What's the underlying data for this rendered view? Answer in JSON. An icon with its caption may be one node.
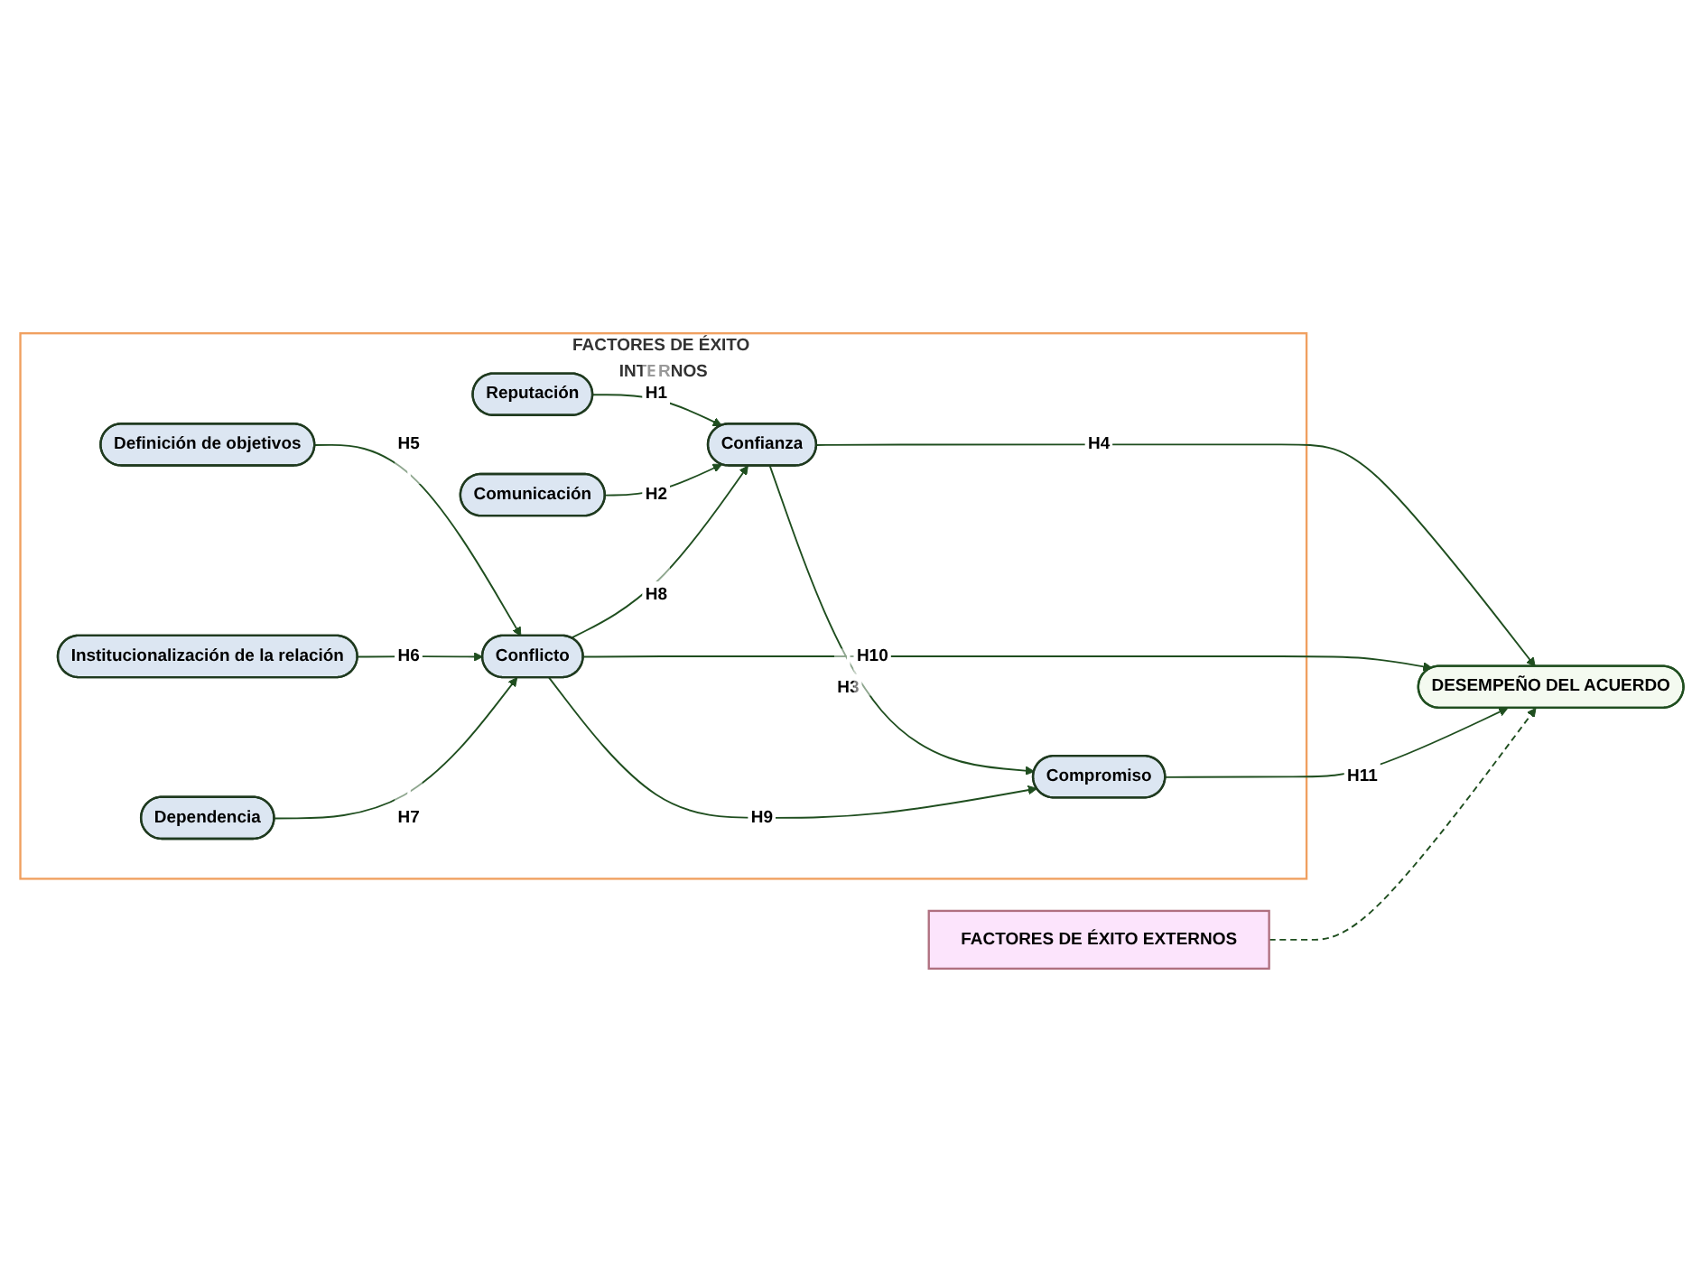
{
  "diagram": {
    "nodes": [
      {
        "text": [
          "FACTORES DE ÉXITO INTERNOS"
        ]
      },
      {
        "text": [
          "Reputación"
        ],
        "in": 0
      },
      {
        "text": [
          "Comunicación"
        ],
        "in": 0
      },
      {
        "text": [
          "Definición de objetivos"
        ],
        "in": 0
      },
      {
        "text": [
          "Institucionalización de la relación"
        ],
        "in": 0
      },
      {
        "text": [
          "Dependencia"
        ],
        "in": 0
      },
      {
        "text": [
          "Confianza"
        ],
        "in": 0
      },
      {
        "text": [
          "Conflicto"
        ],
        "in": 0
      },
      {
        "text": [
          "Compromiso"
        ],
        "in": 0
      },
      {
        "text": [
          "FACTORES DE ÉXITO EXTERNOS"
        ]
      },
      {
        "text": [
          "DESEMPEÑO DEL ACUERDO"
        ]
      }
    ],
    "edges": [
      {
        "from": 1,
        "to": 6,
        "arrow": "to",
        "label": "H1"
      },
      {
        "from": 2,
        "to": 6,
        "arrow": "to",
        "label": "H2"
      },
      {
        "from": 6,
        "to": 8,
        "arrow": "to",
        "label": "H3"
      },
      {
        "from": 6,
        "to": 10,
        "arrow": "to",
        "label": "H4"
      },
      {
        "from": 3,
        "to": 7,
        "arrow": "to",
        "label": "H5"
      },
      {
        "from": 4,
        "to": 7,
        "arrow": "to",
        "label": "H6"
      },
      {
        "from": 5,
        "to": 7,
        "arrow": "to",
        "label": "H7"
      },
      {
        "from": 7,
        "to": 6,
        "arrow": "to",
        "label": "H8"
      },
      {
        "from": 7,
        "to": 8,
        "arrow": "to",
        "label": "H9"
      },
      {
        "from": 7,
        "to": 10,
        "arrow": "to",
        "label": "H10"
      },
      {
        "from": 8,
        "to": 10,
        "arrow": "to",
        "label": "H11"
      },
      {
        "from": 9,
        "to": 10,
        "arrow": "to",
        "style": "dashed"
      }
    ]
  }
}
